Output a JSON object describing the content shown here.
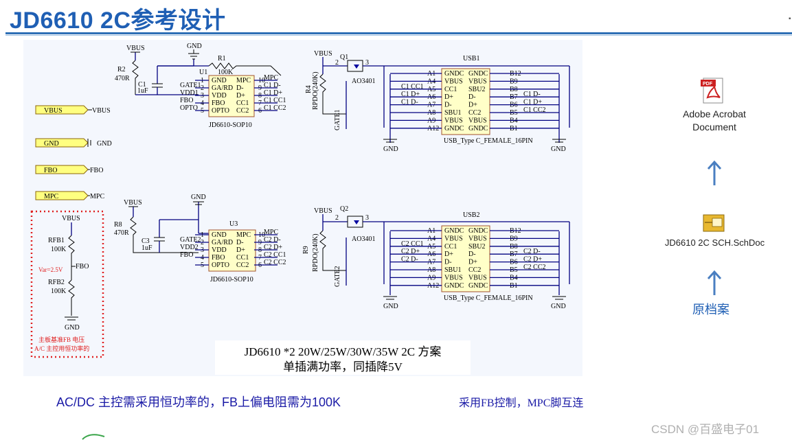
{
  "title": "JD6610 2C参考设计",
  "schematic": {
    "top": {
      "vbus": "VBUS",
      "gnd": "GND",
      "r2": "R2",
      "r2_val": "470R",
      "c1": "C1",
      "c1_val": "1uF",
      "r1": "R1",
      "r1_val": "100K",
      "u1": "U1",
      "u1_part": "JD6610-SOP10",
      "left_pins": [
        "GND",
        "GA/RD",
        "VDD",
        "FBO",
        "OPTO"
      ],
      "right_pins": [
        "MPC",
        "D-",
        "D+",
        "CC1",
        "CC2"
      ],
      "left_nums": [
        "1",
        "2",
        "3",
        "4",
        "5"
      ],
      "right_nums": [
        "10",
        "9",
        "8",
        "7",
        "6"
      ],
      "left_nets": [
        "",
        "GATE1",
        "VDD1",
        "FBO",
        "OPTO"
      ],
      "right_nets": [
        "MPC",
        "C1 D-",
        "C1 D+",
        "C1 CC1",
        "C1 CC2"
      ],
      "r4": "R4",
      "r4_val": "RPDO(240K)",
      "q1": "Q1",
      "q1_part": "AO3401",
      "gate": "GATE1",
      "q_pins": [
        "2",
        "3"
      ],
      "usb": "USB1",
      "usb_part": "USB_Type C_FEMALE_16PIN",
      "usb_left_pins": [
        "A1",
        "A4",
        "A5",
        "A6",
        "A7",
        "A8",
        "A9",
        "A12"
      ],
      "usb_left_nets": [
        "",
        "",
        "C1 CC1",
        "C1 D+",
        "C1 D-",
        "",
        "",
        ""
      ],
      "usb_inner_left": [
        "GNDC",
        "VBUS",
        "CC1",
        "D+",
        "D-",
        "SBU1",
        "VBUS",
        "GNDC"
      ],
      "usb_inner_right": [
        "GNDC",
        "VBUS",
        "SBU2",
        "D-",
        "D+",
        "CC2",
        "VBUS",
        "GNDC"
      ],
      "usb_right_pins": [
        "B12",
        "B9",
        "B8",
        "B7",
        "B6",
        "B5",
        "B4",
        "B1"
      ],
      "usb_right_nets": [
        "",
        "",
        "",
        "C1 D-",
        "C1 D+",
        "C1 CC2",
        "",
        ""
      ]
    },
    "bottom": {
      "vbus": "VBUS",
      "gnd": "GND",
      "r8": "R8",
      "r8_val": "470R",
      "c3": "C3",
      "c3_val": "1uF",
      "u3": "U3",
      "u3_part": "JD6610-SOP10",
      "left_pins": [
        "GND",
        "GA/RD",
        "VDD",
        "FBO",
        "OPTO"
      ],
      "right_pins": [
        "MPC",
        "D-",
        "D+",
        "CC1",
        "CC2"
      ],
      "left_nums": [
        "1",
        "2",
        "3",
        "4",
        "5"
      ],
      "right_nums": [
        "10",
        "9",
        "8",
        "7",
        "6"
      ],
      "left_nets": [
        "",
        "GATE2",
        "VDD2",
        "FBO",
        ""
      ],
      "right_nets": [
        "MPC",
        "C2 D-",
        "C2 D+",
        "C2 CC1",
        "C2 CC2"
      ],
      "r9": "R9",
      "r9_val": "RPDO(240K)",
      "q2": "Q2",
      "q2_part": "AO3401",
      "gate": "GATE2",
      "q_pins": [
        "2",
        "3"
      ],
      "usb": "USB2",
      "usb_part": "USB_Type C_FEMALE_16PIN",
      "usb_left_nets": [
        "",
        "",
        "C2 CC1",
        "C2 D+",
        "C2 D-",
        "",
        "",
        ""
      ],
      "usb_right_nets": [
        "",
        "",
        "",
        "C2 D-",
        "C2 D+",
        "C2 CC2",
        "",
        ""
      ]
    },
    "nets": [
      {
        "label": "VBUS",
        "port": "VBUS"
      },
      {
        "label": "GND",
        "port": "GND"
      },
      {
        "label": "FBO",
        "port": "FBO"
      },
      {
        "label": "MPC",
        "port": "MPC"
      }
    ],
    "divider": {
      "vbus": "VBUS",
      "rfb1": "RFB1",
      "rfb1_val": "100K",
      "rfb2": "RFB2",
      "rfb2_val": "100K",
      "vset": "Var=2.5V",
      "fbo": "FBO",
      "gnd": "GND",
      "note1": "主板基准FB 电压",
      "note2": "A/C 主控用恒功率的"
    },
    "note_line1": "JD6610 *2  20W/25W/30W/35W   2C  方案",
    "note_line2": "单插满功率，同插降5V"
  },
  "footer_left": "AC/DC 主控需采用恒功率的，FB上偏电阻需为100K",
  "footer_right": "采用FB控制，MPC脚互连",
  "pdf_label": "Adobe Acrobat Document",
  "pdf_icon_text": "PDF",
  "sch_label": "JD6610 2C SCH.SchDoc",
  "original_label": "原档案",
  "watermark": "CSDN @百盛电子01",
  "colors": {
    "title": "#1f5fb4",
    "wire": "#000080",
    "footer": "#1a1aa6",
    "red_note": "#e02020"
  }
}
